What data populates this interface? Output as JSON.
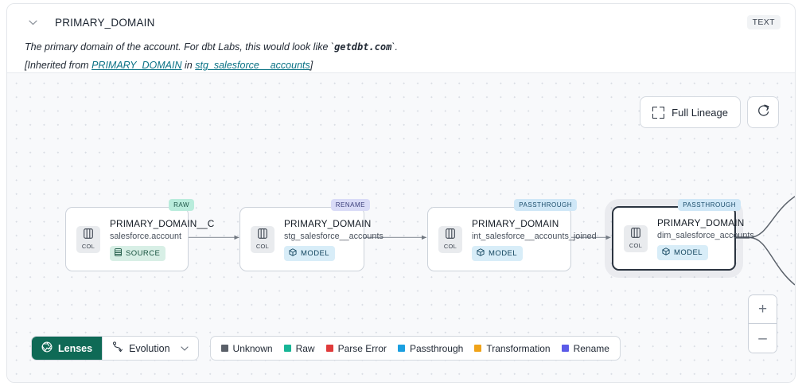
{
  "header": {
    "collapse_icon": "chevron-down-icon",
    "title": "PRIMARY_DOMAIN",
    "type_badge": "TEXT",
    "description_pre": "The primary domain of the account. For dbt Labs, this would look like `",
    "description_code": "getdbt.com",
    "description_post": "`.",
    "inherit_prefix": "[Inherited from ",
    "inherit_link_1": "PRIMARY_DOMAIN",
    "inherit_mid": " in ",
    "inherit_link_2": "stg_salesforce__accounts",
    "inherit_suffix": "]"
  },
  "toolbar": {
    "full_lineage_label": "Full Lineage",
    "refresh_icon": "refresh-icon",
    "expand_icon": "expand-icon"
  },
  "zoom_controls": {
    "zoom_in_label": "+",
    "zoom_out_label": "–"
  },
  "graph": {
    "nodes": [
      {
        "tag": "RAW",
        "tag_kind": "raw",
        "chip_label": "COL",
        "title": "PRIMARY_DOMAIN__C",
        "subtitle": "salesforce.account",
        "materialization": "SOURCE",
        "materialization_kind": "source",
        "selected": false
      },
      {
        "tag": "RENAME",
        "tag_kind": "rename",
        "chip_label": "COL",
        "title": "PRIMARY_DOMAIN",
        "subtitle": "stg_salesforce__accounts",
        "materialization": "MODEL",
        "materialization_kind": "model",
        "selected": false
      },
      {
        "tag": "PASSTHROUGH",
        "tag_kind": "passthrough",
        "chip_label": "COL",
        "title": "PRIMARY_DOMAIN",
        "subtitle": "int_salesforce__accounts_joined",
        "materialization": "MODEL",
        "materialization_kind": "model",
        "selected": false
      },
      {
        "tag": "PASSTHROUGH",
        "tag_kind": "passthrough",
        "chip_label": "COL",
        "title": "PRIMARY_DOMAIN",
        "subtitle": "dim_salesforce_accounts",
        "materialization": "MODEL",
        "materialization_kind": "model",
        "selected": true
      }
    ]
  },
  "bottom_bar": {
    "lenses_label": "Lenses",
    "lenses_icon": "lens-aperture-icon",
    "evolution_label": "Evolution",
    "evolution_icon": "evolution-flow-icon",
    "evolution_caret": "chevron-down-icon",
    "legend": [
      {
        "label": "Unknown",
        "color": "#5a6069"
      },
      {
        "label": "Raw",
        "color": "#17b596"
      },
      {
        "label": "Parse Error",
        "color": "#e03b3b"
      },
      {
        "label": "Passthrough",
        "color": "#1b9fe0"
      },
      {
        "label": "Transformation",
        "color": "#f0a319"
      },
      {
        "label": "Rename",
        "color": "#5b5be8"
      }
    ]
  },
  "colors": {
    "accent_green": "#0f6a56",
    "link": "#0b7285",
    "canvas_bg": "#f8f9fb",
    "node_border_selected": "#2b3440"
  }
}
